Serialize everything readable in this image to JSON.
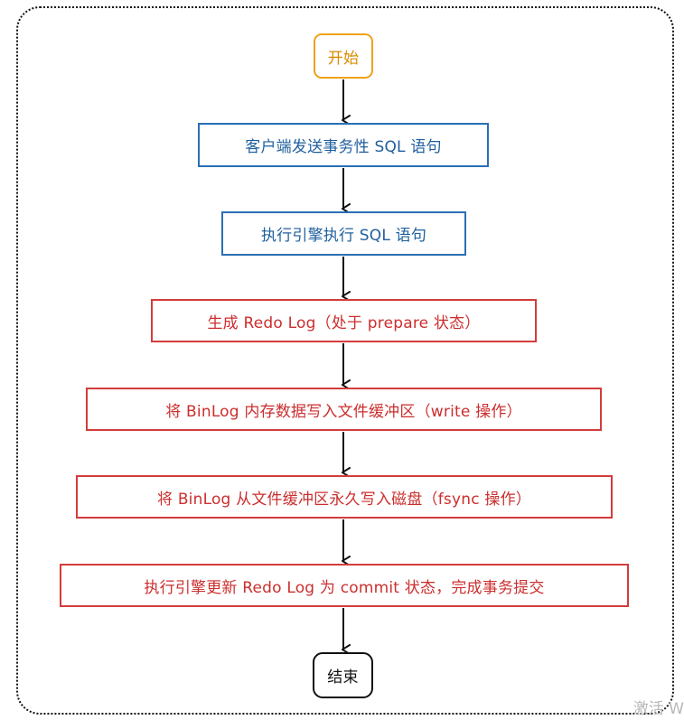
{
  "flow": {
    "start": "开始",
    "step1": "客户端发送事务性 SQL 语句",
    "step2": "执行引擎执行 SQL 语句",
    "step3": "生成 Redo Log（处于 prepare 状态）",
    "step4": "将 BinLog 内存数据写入文件缓冲区（write 操作）",
    "step5": "将 BinLog 从文件缓冲区永久写入磁盘（fsync 操作）",
    "step6": "执行引擎更新 Redo Log 为 commit 状态，完成事务提交",
    "end": "结束"
  },
  "watermark": "激活 W",
  "colors": {
    "start": "#f0a11a",
    "blue": "#2a6fb4",
    "red": "#d33c3c",
    "end": "#111111"
  }
}
